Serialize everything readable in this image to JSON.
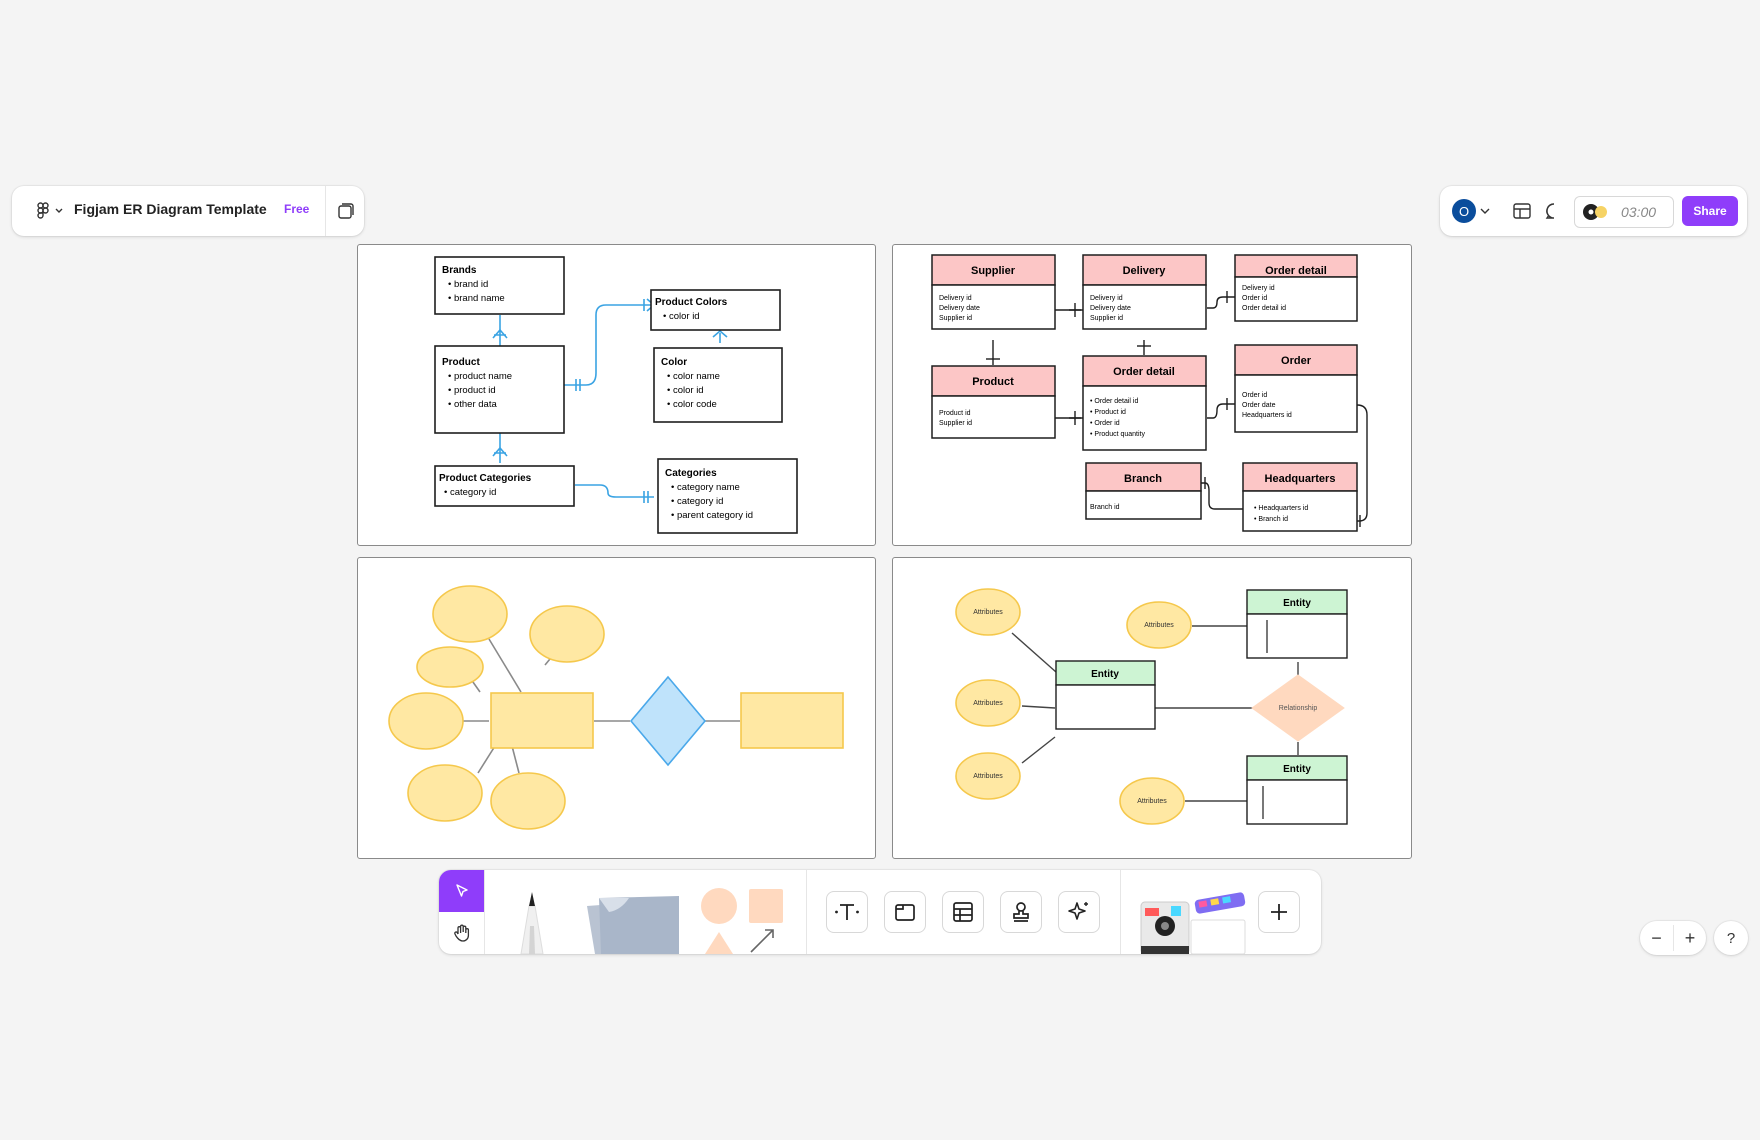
{
  "header": {
    "file_title": "Figjam ER Diagram Template",
    "plan_badge": "Free",
    "menu_icon": "figma-logo-icon",
    "pages_icon": "pages-icon"
  },
  "topright": {
    "avatar_initial": "O",
    "timer": "03:00",
    "share_label": "Share",
    "accent": "#8f3dfa",
    "avatar_color": "#0a4d9c"
  },
  "frame1": {
    "brands": {
      "title": "Brands",
      "items": [
        "brand id",
        "brand name"
      ]
    },
    "product": {
      "title": "Product",
      "items": [
        "product name",
        "product id",
        "other data"
      ]
    },
    "product_colors": {
      "title": "Product Colors",
      "items": [
        "color id"
      ]
    },
    "color": {
      "title": "Color",
      "items": [
        "color name",
        "color id",
        "color code"
      ]
    },
    "product_categories": {
      "title": "Product Categories",
      "items": [
        "category id"
      ]
    },
    "categories": {
      "title": "Categories",
      "items": [
        "category name",
        "category id",
        "parent category id"
      ]
    }
  },
  "frame2": {
    "supplier": {
      "title": "Supplier",
      "items": [
        "Delivery id",
        "Delivery date",
        "Supplier id"
      ]
    },
    "delivery": {
      "title": "Delivery",
      "items": [
        "Delivery id",
        "Delivery date",
        "Supplier id"
      ]
    },
    "order_detail_top": {
      "title": "Order detail",
      "items": [
        "Delivery id",
        "Order id",
        "Order detail id"
      ]
    },
    "product": {
      "title": "Product",
      "items": [
        "Product id",
        "Supplier id"
      ]
    },
    "order_detail": {
      "title": "Order detail",
      "items": [
        "Order detail id",
        "Product id",
        "Order id",
        "Product quantity"
      ]
    },
    "order": {
      "title": "Order",
      "items": [
        "Order id",
        "Order date",
        "Headquarters id"
      ]
    },
    "branch": {
      "title": "Branch",
      "items": [
        "Branch id"
      ]
    },
    "headquarters": {
      "title": "Headquarters",
      "items": [
        "Headquarters id",
        "Branch id"
      ]
    }
  },
  "frame4": {
    "entity_label": "Entity",
    "attributes_label": "Attributes",
    "relationship_label": "Relationship"
  },
  "zoom": {
    "minus": "−",
    "plus": "+",
    "help": "?"
  },
  "colors": {
    "pink_header": "#fcc6c6",
    "green_header": "#cdf4d3",
    "yellow_fill": "#ffe8a3",
    "yellow_stroke": "#f5c84c",
    "blue_fill": "#bfe3fb",
    "blue_stroke": "#4aa8ea",
    "peach_fill": "#ffd9bf",
    "connector_blue": "#3aa3e3"
  }
}
